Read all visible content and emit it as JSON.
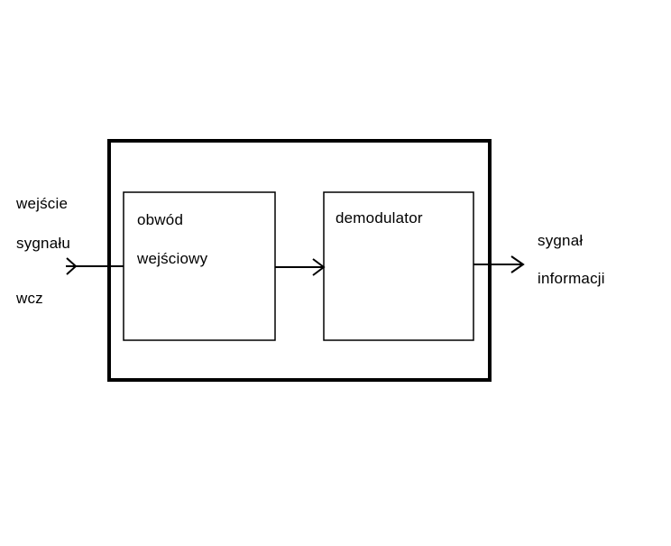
{
  "input_label": {
    "line1": "wejście",
    "line2": "sygnału",
    "line3": "wcz"
  },
  "block_input": {
    "line1": "obwód",
    "line2": "wejściowy"
  },
  "block_demodulator": {
    "line1": "demodulator"
  },
  "output_label": {
    "line1": "sygnał",
    "line2": "informacji"
  },
  "colors": {
    "stroke": "#000000",
    "background": "#ffffff"
  }
}
